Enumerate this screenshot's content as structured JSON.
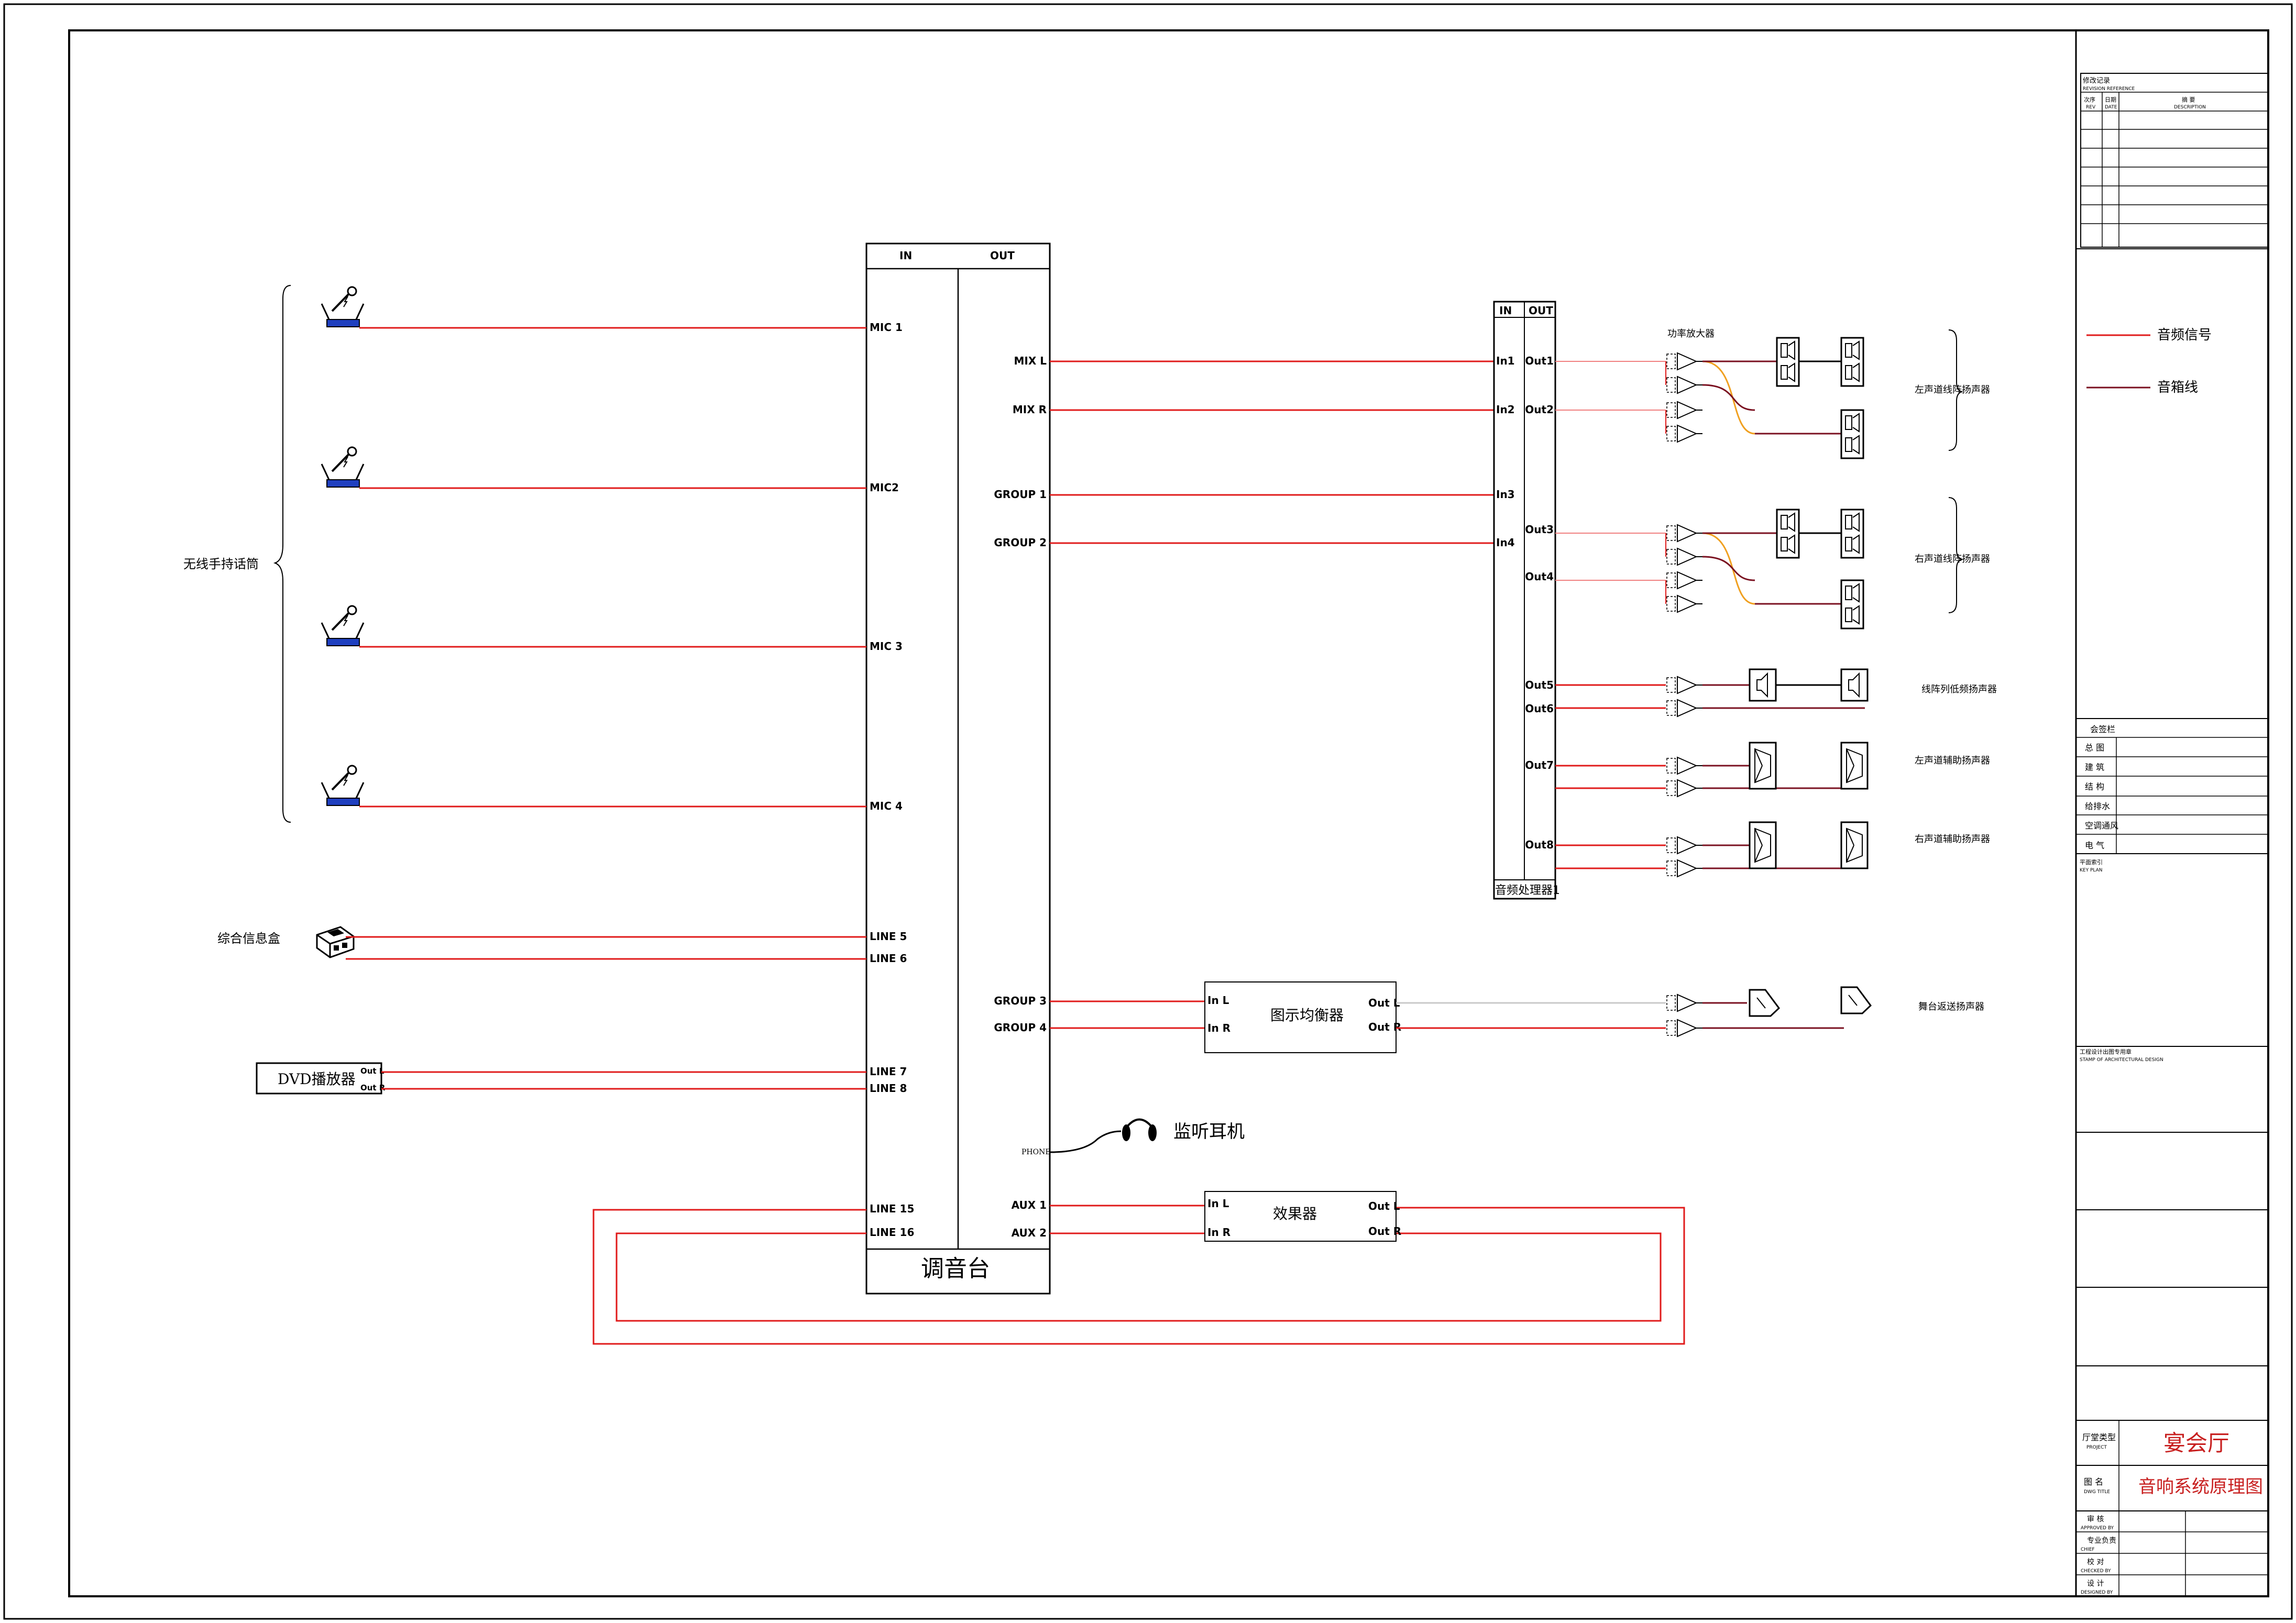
{
  "mixer": {
    "in_header": "IN",
    "out_header": "OUT",
    "name": "调音台",
    "inputs": [
      "MIC 1",
      "MIC2",
      "MIC 3",
      "MIC 4",
      "LINE 5",
      "LINE 6",
      "LINE 7",
      "LINE 8",
      "LINE 15",
      "LINE 16"
    ],
    "outputs": [
      "MIX L",
      "MIX R",
      "GROUP 1",
      "GROUP 2",
      "GROUP 3",
      "GROUP 4",
      "AUX 1",
      "AUX 2"
    ],
    "phone_label": "PHONE"
  },
  "sources": {
    "mic_group_label": "无线手持话筒",
    "info_box_label": "综合信息盒",
    "dvd_label": "DVD播放器",
    "dvd_out_l": "Out L",
    "dvd_out_r": "Out R"
  },
  "headphone_label": "监听耳机",
  "processor": {
    "in_header": "IN",
    "out_header": "OUT",
    "name": "音频处理器1",
    "inputs": [
      "In1",
      "In2",
      "In3",
      "In4"
    ],
    "outputs": [
      "Out1",
      "Out2",
      "Out3",
      "Out4",
      "Out5",
      "Out6",
      "Out7",
      "Out8"
    ]
  },
  "eq": {
    "name": "图示均衡器",
    "in_l": "In L",
    "in_r": "In R",
    "out_l": "Out L",
    "out_r": "Out R"
  },
  "effects": {
    "name": "效果器",
    "in_l": "In L",
    "in_r": "In R",
    "out_l": "Out L",
    "out_r": "Out R"
  },
  "amp_label": "功率放大器",
  "speaker_groups": [
    "左声道线阵扬声器",
    "右声道线阵扬声器",
    "线阵列低频扬声器",
    "左声道辅助扬声器",
    "右声道辅助扬声器",
    "舞台返送扬声器"
  ],
  "legend": {
    "audio_signal": "音频信号",
    "speaker_cable": "音箱线"
  },
  "title_block": {
    "revision_title": "修改记录",
    "revision_title_en": "REVISION REFERENCE",
    "rev_no": "次序",
    "rev_no_en": "REV",
    "rev_date": "日期",
    "rev_date_en": "DATE",
    "rev_desc": "摘  要",
    "rev_desc_en": "DESCRIPTION",
    "signoff_title": "会签栏",
    "signoff_rows": [
      "总  图",
      "建  筑",
      "结  构",
      "给排水",
      "空调通风",
      "电  气"
    ],
    "key_plan": "平面索引",
    "key_plan_en": "KEY PLAN",
    "stamp": "工程设计出图专用章",
    "stamp_en": "STAMP OF ARCHITECTURAL DESIGN",
    "project_label": "厅堂类型",
    "project_label_en": "PROJECT",
    "project_value": "宴会厅",
    "drawing_label": "图  名",
    "drawing_label_en": "DWG TITLE",
    "drawing_value": "音响系统原理图",
    "approvals": [
      {
        "cn": "审  核",
        "en": "APPROVED BY"
      },
      {
        "cn": "专业负责",
        "en": "CHIEF"
      },
      {
        "cn": "校  对",
        "en": "CHECKED BY"
      },
      {
        "cn": "设  计",
        "en": "DESIGNED BY"
      }
    ]
  },
  "colors": {
    "signal": "#e01a1a",
    "speaker_cable": "#7a1020",
    "eq_out": "#c8c8c8",
    "mic_blue": "#1f3fbf",
    "amp_cross_orange": "#f0a020"
  }
}
